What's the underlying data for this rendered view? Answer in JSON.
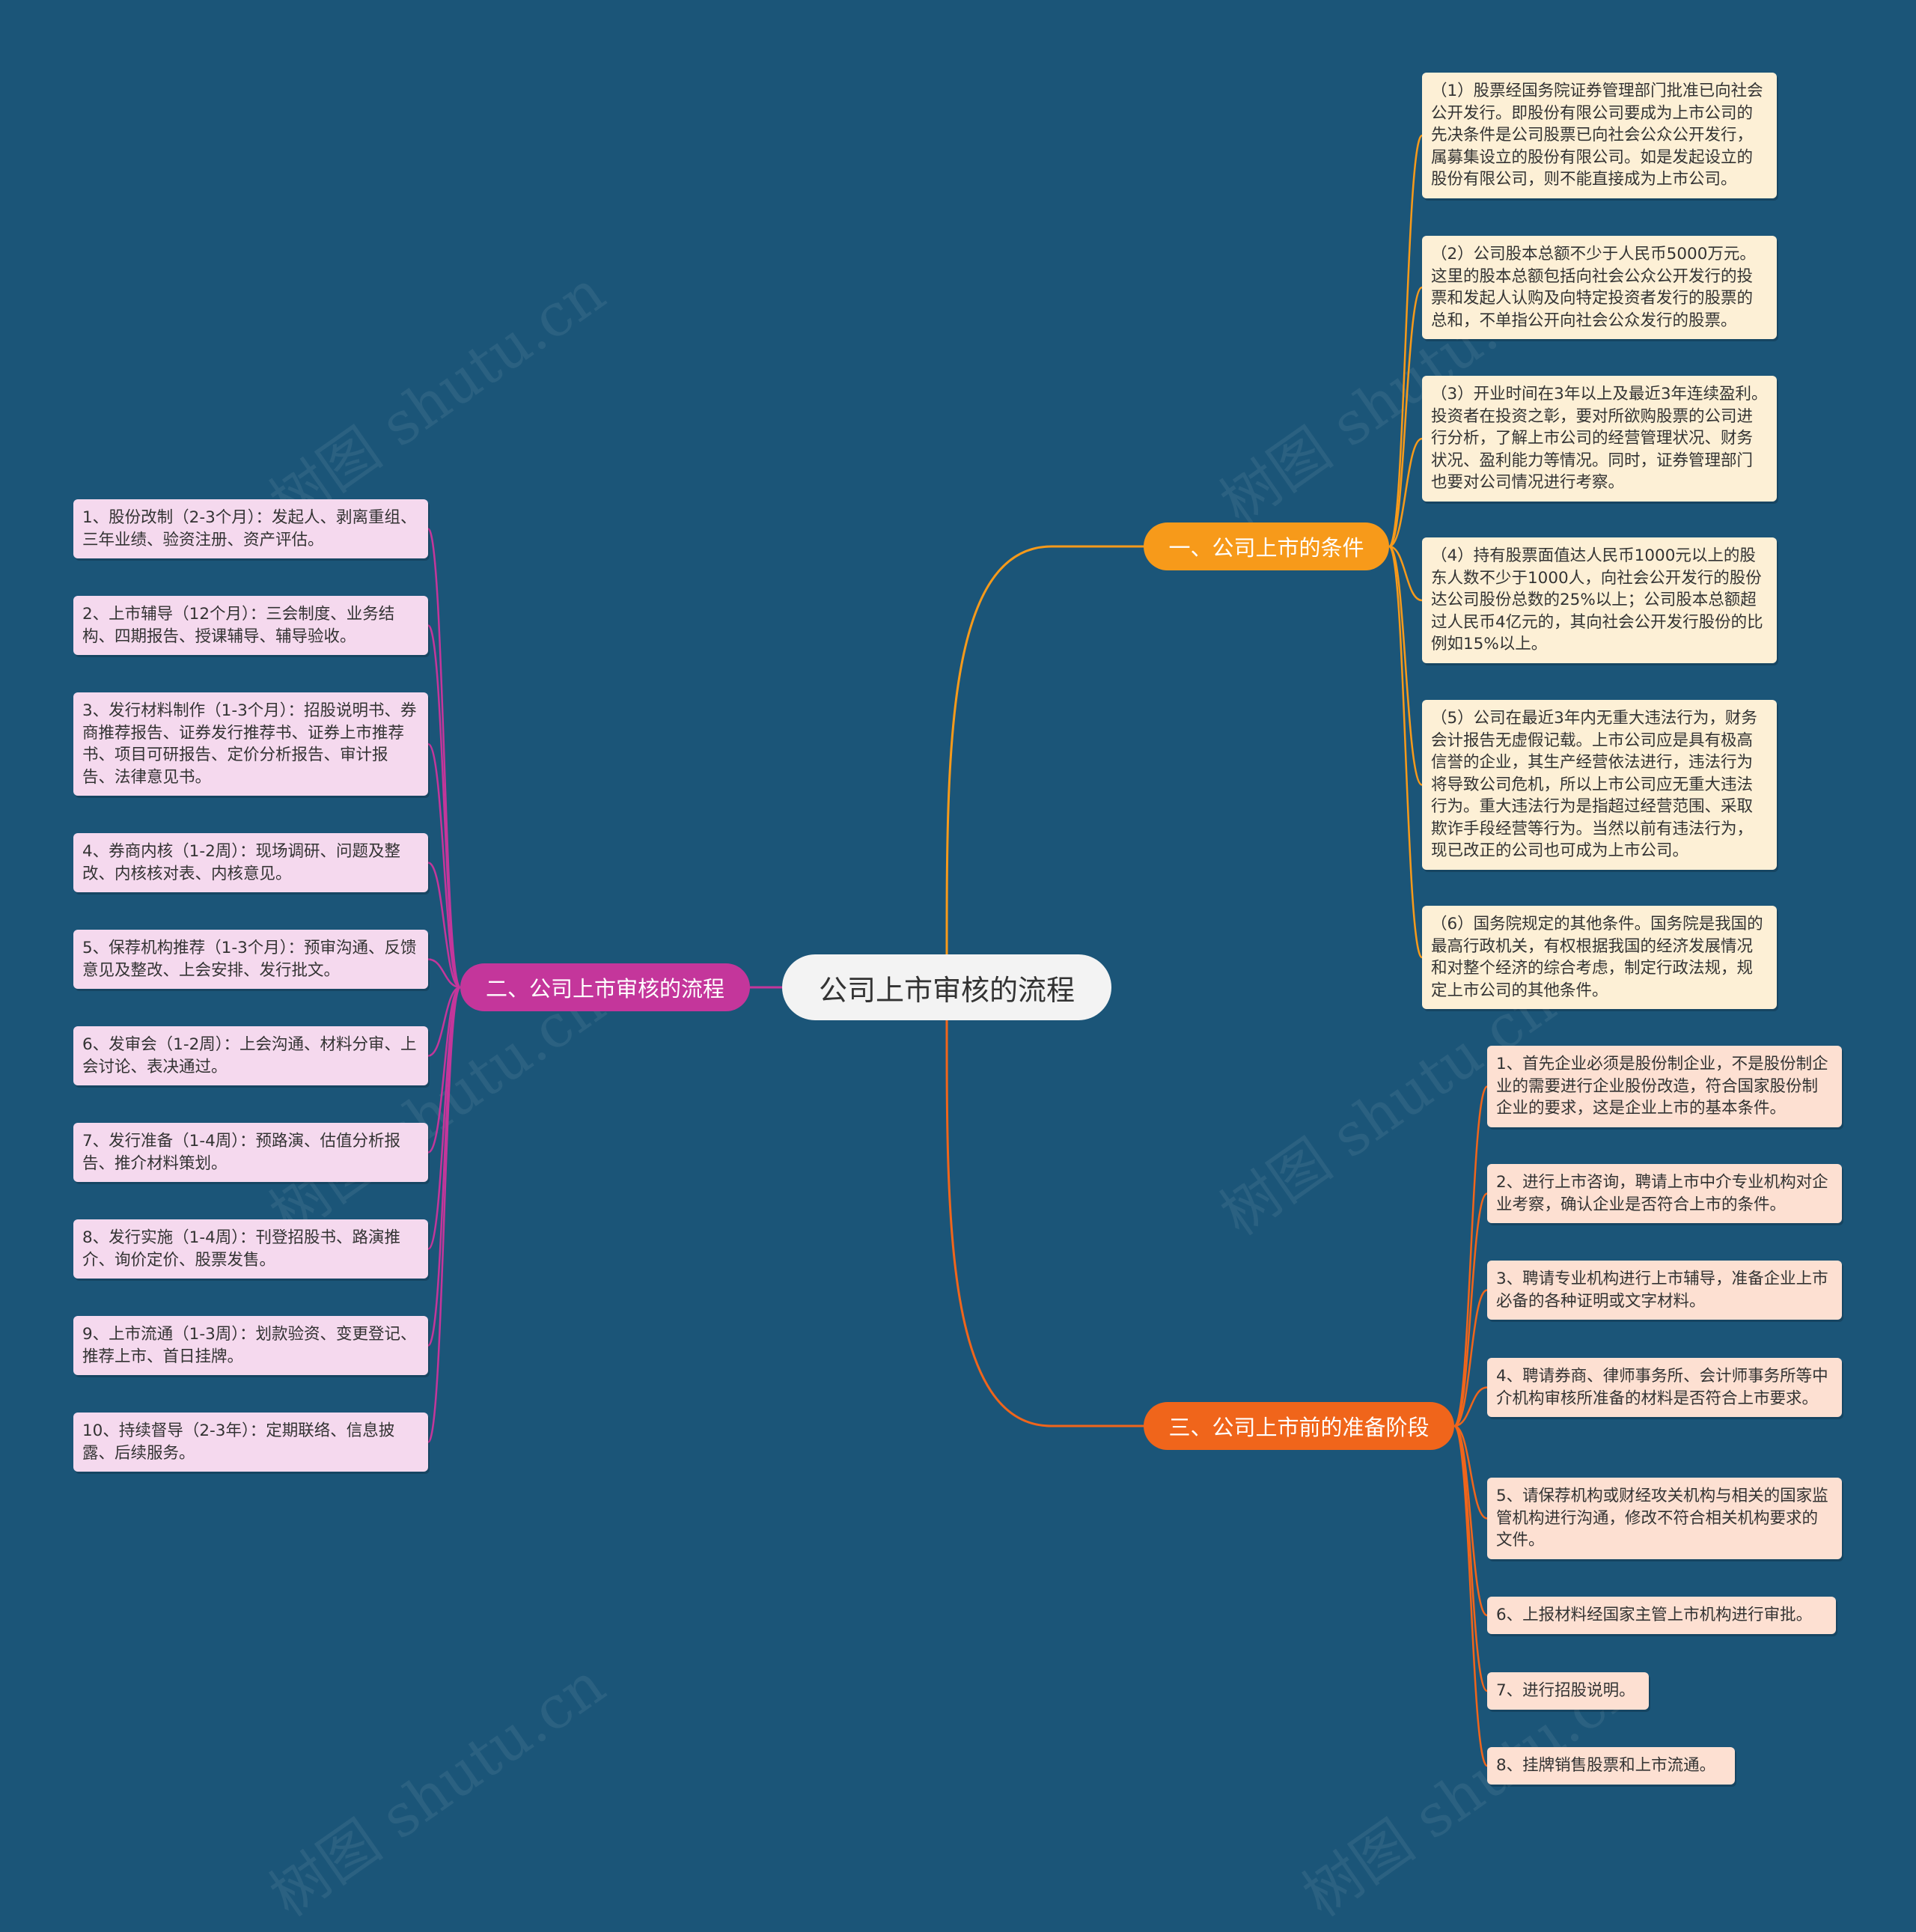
{
  "colors": {
    "background": "#1b5578",
    "branch1": "#f79a1a",
    "branch2": "#c4369b",
    "branch3": "#f0651b",
    "leaf1": "#fdf0d6",
    "leaf2": "#f5d9ee",
    "leaf3": "#fde0d2"
  },
  "watermark": "树图 shutu.cn",
  "root": {
    "label": "公司上市审核的流程"
  },
  "branches": [
    {
      "label": "一、公司上市的条件",
      "items": [
        "（1）股票经国务院证券管理部门批准已向社会公开发行。即股份有限公司要成为上市公司的先决条件是公司股票已向社会公众公开发行，属募集设立的股份有限公司。如是发起设立的股份有限公司，则不能直接成为上市公司。",
        "（2）公司股本总额不少于人民币5000万元。这里的股本总额包括向社会公众公开发行的投票和发起人认购及向特定投资者发行的股票的总和，不单指公开向社会公众发行的股票。",
        "（3）开业时间在3年以上及最近3年连续盈利。投资者在投资之彰，要对所欲购股票的公司进行分析，了解上市公司的经营管理状况、财务状况、盈利能力等情况。同时，证券管理部门也要对公司情况进行考察。",
        "（4）持有股票面值达人民币1000元以上的股东人数不少于1000人，向社会公开发行的股份达公司股份总数的25%以上；公司股本总额超过人民币4亿元的，其向社会公开发行股份的比例如15%以上。",
        "（5）公司在最近3年内无重大违法行为，财务会计报告无虚假记载。上市公司应是具有极高信誉的企业，其生产经营依法进行，违法行为将导致公司危机，所以上市公司应无重大违法行为。重大违法行为是指超过经营范围、采取欺诈手段经营等行为。当然以前有违法行为，现已改正的公司也可成为上市公司。",
        "（6）国务院规定的其他条件。国务院是我国的最高行政机关，有权根据我国的经济发展情况和对整个经济的综合考虑，制定行政法规，规定上市公司的其他条件。"
      ]
    },
    {
      "label": "二、公司上市审核的流程",
      "items": [
        "1、股份改制（2-3个月）：发起人、剥离重组、三年业绩、验资注册、资产评估。",
        "2、上市辅导（12个月）：三会制度、业务结构、四期报告、授课辅导、辅导验收。",
        "3、发行材料制作（1-3个月）：招股说明书、券商推荐报告、证券发行推荐书、证券上市推荐书、项目可研报告、定价分析报告、审计报告、法律意见书。",
        "4、券商内核（1-2周）：现场调研、问题及整改、内核核对表、内核意见。",
        "5、保荐机构推荐（1-3个月）：预审沟通、反馈意见及整改、上会安排、发行批文。",
        "6、发审会（1-2周）：上会沟通、材料分审、上会讨论、表决通过。",
        "7、发行准备（1-4周）：预路演、估值分析报告、推介材料策划。",
        "8、发行实施（1-4周）：刊登招股书、路演推介、询价定价、股票发售。",
        "9、上市流通（1-3周）：划款验资、变更登记、推荐上市、首日挂牌。",
        "10、持续督导（2-3年）：定期联络、信息披露、后续服务。"
      ]
    },
    {
      "label": "三、公司上市前的准备阶段",
      "items": [
        "1、首先企业必须是股份制企业，不是股份制企业的需要进行企业股份改造，符合国家股份制企业的要求，这是企业上市的基本条件。",
        "2、进行上市咨询，聘请上市中介专业机构对企业考察，确认企业是否符合上市的条件。",
        "3、聘请专业机构进行上市辅导，准备企业上市必备的各种证明或文字材料。",
        "4、聘请券商、律师事务所、会计师事务所等中介机构审核所准备的材料是否符合上市要求。",
        "5、请保荐机构或财经攻关机构与相关的国家监管机构进行沟通，修改不符合相关机构要求的文件。",
        "6、上报材料经国家主管上市机构进行审批。",
        "7、进行招股说明。",
        "8、挂牌销售股票和上市流通。"
      ]
    }
  ]
}
